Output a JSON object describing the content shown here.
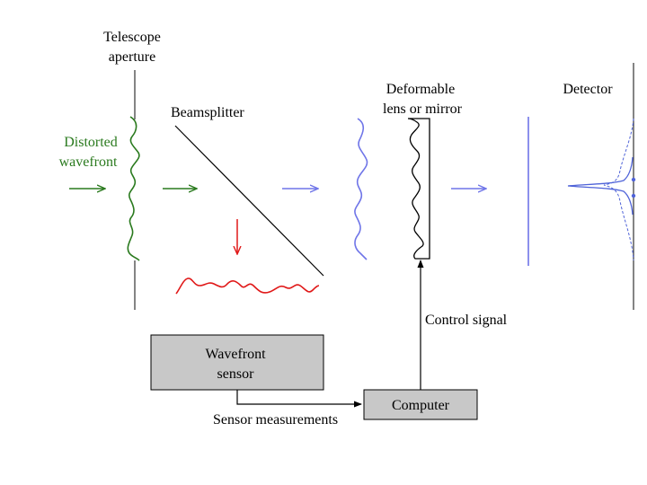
{
  "labels": {
    "telescope_line1": "Telescope",
    "telescope_line2": "aperture",
    "beamsplitter": "Beamsplitter",
    "deformable_line1": "Deformable",
    "deformable_line2": "lens or mirror",
    "detector": "Detector",
    "distorted_line1": "Distorted",
    "distorted_line2": "wavefront",
    "control_signal": "Control signal",
    "sensor_measurements": "Sensor measurements"
  },
  "boxes": {
    "wavefront_sensor_line1": "Wavefront",
    "wavefront_sensor_line2": "sensor",
    "computer": "Computer"
  },
  "colors": {
    "incoming_wave": "#2a7a1e",
    "reflected_wave": "#e01818",
    "corrected_wave": "#6f75e8",
    "box_fill": "#c8c8c8",
    "outline": "#000000"
  },
  "icons": [
    "arrow-right-icon",
    "arrow-down-icon",
    "arrow-up-icon"
  ]
}
